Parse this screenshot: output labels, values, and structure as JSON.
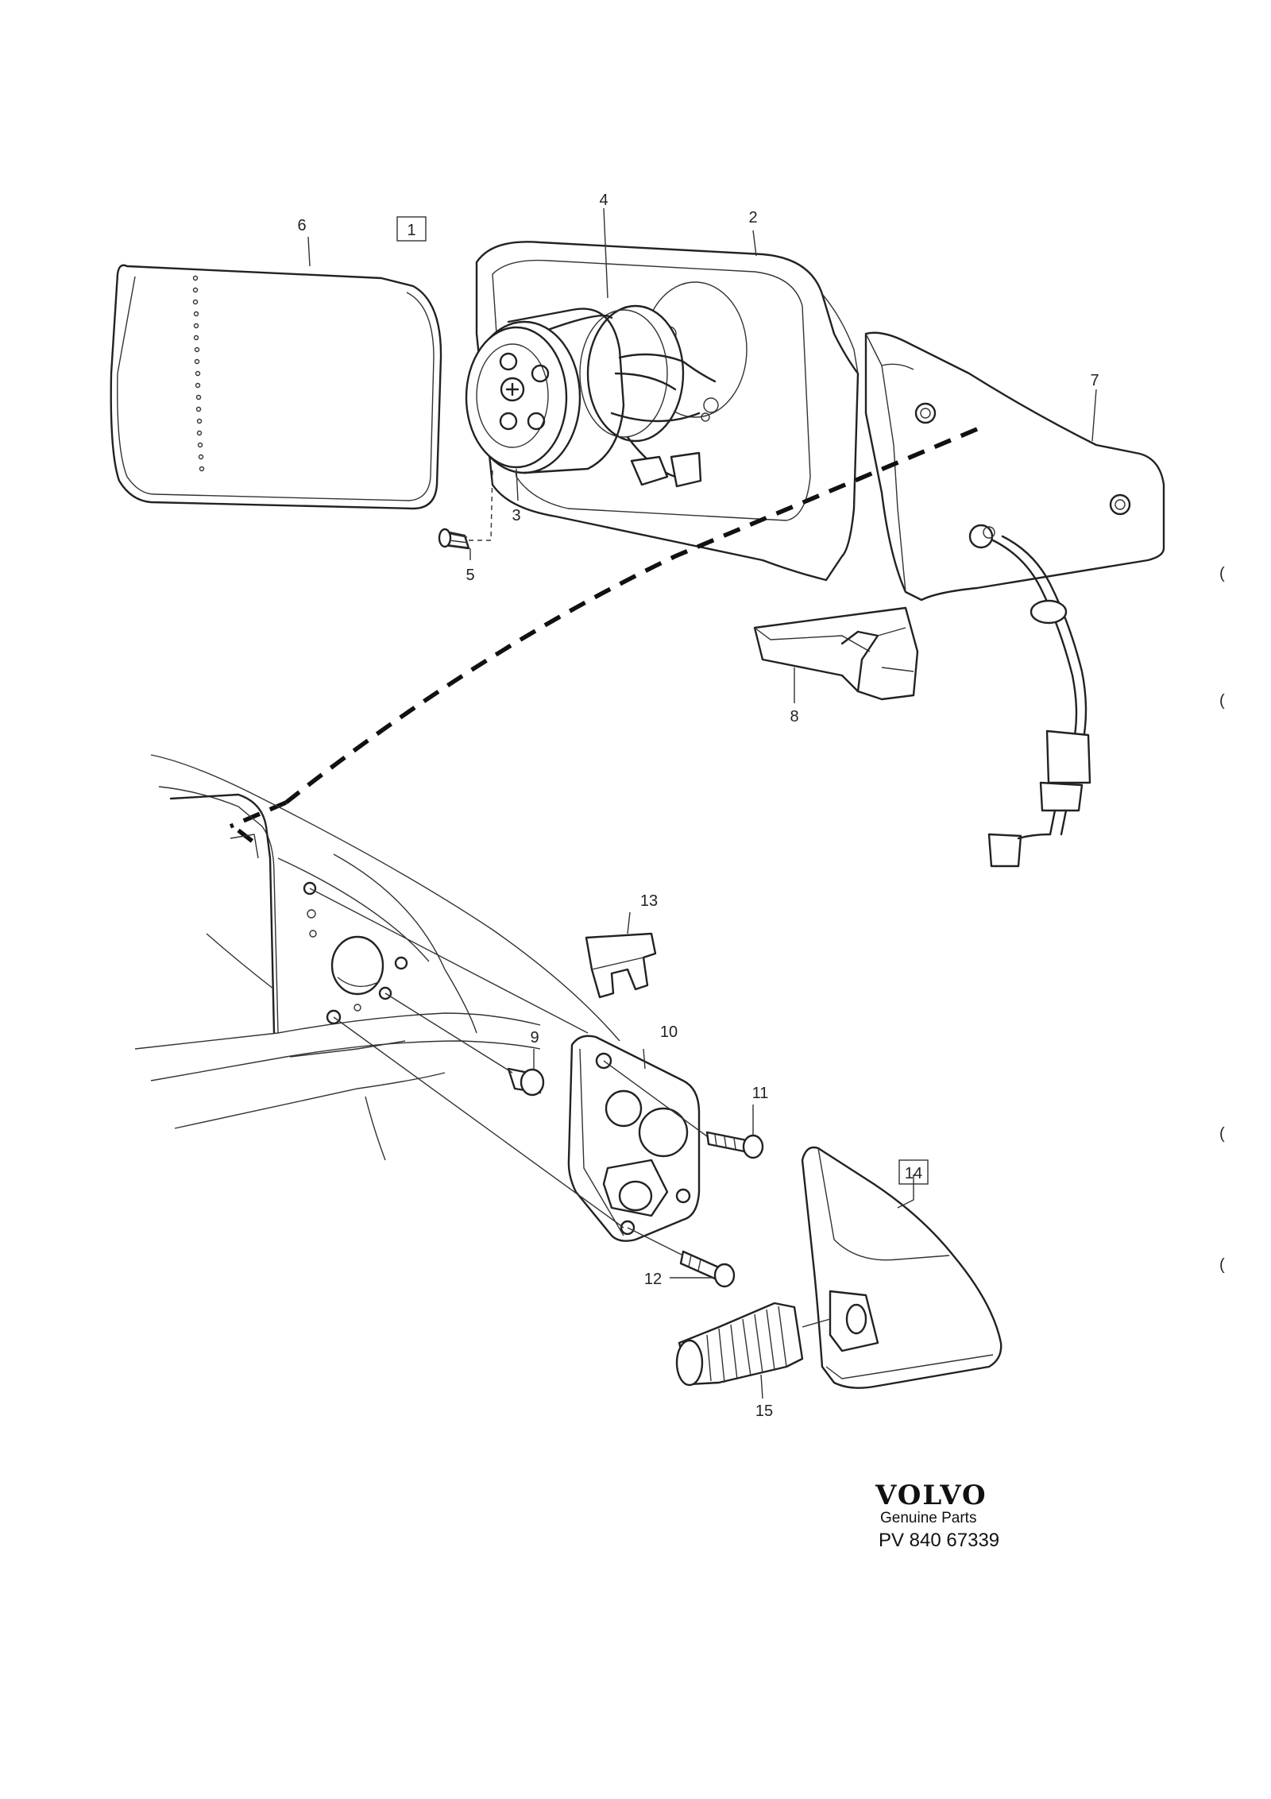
{
  "callouts": [
    {
      "id": "6",
      "text": "6"
    },
    {
      "id": "1",
      "text": "1"
    },
    {
      "id": "4",
      "text": "4"
    },
    {
      "id": "2",
      "text": "2"
    },
    {
      "id": "7",
      "text": "7"
    },
    {
      "id": "3",
      "text": "3"
    },
    {
      "id": "5",
      "text": "5"
    },
    {
      "id": "8",
      "text": "8"
    },
    {
      "id": "13",
      "text": "13"
    },
    {
      "id": "10",
      "text": "10"
    },
    {
      "id": "9",
      "text": "9"
    },
    {
      "id": "11",
      "text": "11"
    },
    {
      "id": "14",
      "text": "14"
    },
    {
      "id": "12",
      "text": "12"
    },
    {
      "id": "15",
      "text": "15"
    }
  ],
  "brand": {
    "logo": "VOLVO",
    "tagline": "Genuine Parts",
    "code": "PV 840 67339"
  },
  "margin_marks": [
    "(",
    "(",
    "(",
    "("
  ]
}
